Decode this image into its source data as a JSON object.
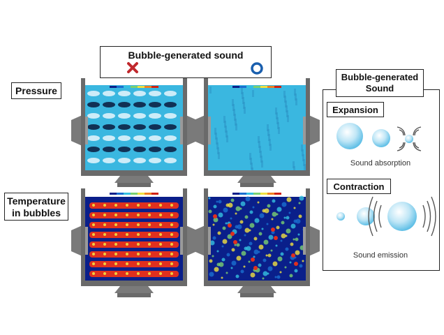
{
  "top_header": {
    "title": "Bubble-generated sound",
    "without_symbol": "cross-icon",
    "with_symbol": "circle-icon",
    "cross_color": "#c0282d",
    "circle_color": "#1a5fae"
  },
  "row_labels": {
    "pressure": "Pressure",
    "temperature_line1": "Temperature",
    "temperature_line2": "in bubbles"
  },
  "legend_panel": {
    "title_line1": "Bubble-generated",
    "title_line2": "Sound",
    "expansion": {
      "label": "Expansion",
      "caption": "Sound absorption"
    },
    "contraction": {
      "label": "Contraction",
      "caption": "Sound emission"
    },
    "bubble_color": "#9fd8f0"
  },
  "colors": {
    "pressure_bg": "#3ab7e0",
    "temp_hot": "#e0301e",
    "temp_cold": "#0a1f8a",
    "vessel": "#6a6a6a"
  }
}
